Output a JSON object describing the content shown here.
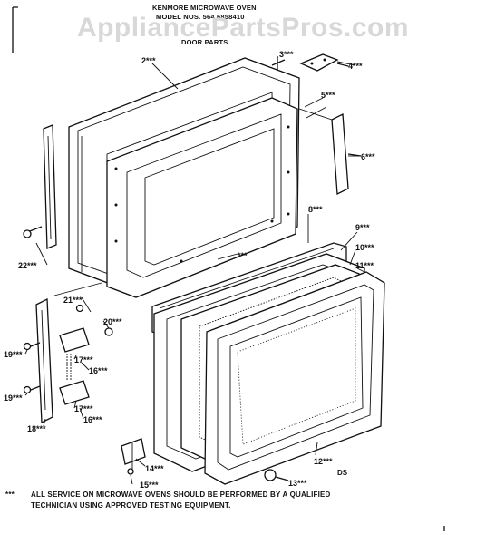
{
  "header": {
    "brand": "KENMORE MICROWAVE OVEN",
    "model": "MODEL NOS. 564.6858410",
    "section": "DOOR PARTS"
  },
  "watermark": "AppliancePartsPros.com",
  "part_labels": {
    "p2": "2***",
    "p3": "3***",
    "p4": "4***",
    "p5": "5***",
    "p6": "6***",
    "p7": "***",
    "p8": "8***",
    "p9": "9***",
    "p10": "10***",
    "p11": "11***",
    "p12": "12***",
    "p13": "13***",
    "p14": "14***",
    "p15": "15***",
    "p16a": "16***",
    "p16b": "16***",
    "p17a": "17***",
    "p17b": "17***",
    "p18": "18***",
    "p19a": "19***",
    "p19b": "19***",
    "p20": "20***",
    "p21": "21***",
    "p22": "22***",
    "ds": "DS"
  },
  "footer": {
    "marker": "***",
    "line1": "ALL SERVICE ON MICROWAVE OVENS SHOULD BE PERFORMED BY A QUALIFIED",
    "line2": "TECHNICIAN USING APPROVED TESTING EQUIPMENT."
  }
}
